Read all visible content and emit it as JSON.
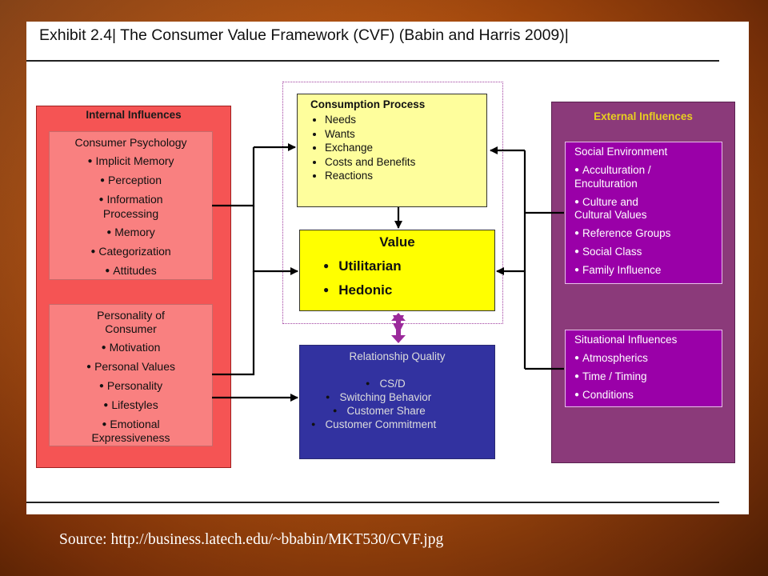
{
  "exhibit_title": "Exhibit 2.4| The Consumer Value Framework (CVF) (Babin and Harris 2009)|",
  "internal": {
    "title": "Internal Influences",
    "psychology": {
      "header": "Consumer Psychology",
      "items": [
        "Implicit Memory",
        "Perception",
        "Information Processing",
        "Memory",
        "Categorization",
        "Attitudes"
      ]
    },
    "personality": {
      "header": "Personality of Consumer",
      "items": [
        "Motivation",
        "Personal Values",
        "Personality",
        "Lifestyles",
        "Emotional Expressiveness"
      ]
    }
  },
  "consumption": {
    "title": "Consumption Process",
    "items": [
      "Needs",
      "Wants",
      "Exchange",
      "Costs and Benefits",
      "Reactions"
    ]
  },
  "value": {
    "title": "Value",
    "items": [
      "Utilitarian",
      "Hedonic"
    ]
  },
  "relationship": {
    "title": "Relationship Quality",
    "items": [
      "CS/D",
      "Switching Behavior",
      "Customer Share",
      "Customer Commitment"
    ]
  },
  "external": {
    "title": "External Influences",
    "social": {
      "header": "Social Environment",
      "items": [
        "Acculturation / Enculturation",
        "Culture and Cultural Values",
        "Reference Groups",
        "Social Class",
        "Family Influence"
      ]
    },
    "situational": {
      "header": "Situational Influences",
      "items": [
        "Atmospherics",
        "Time / Timing",
        "Conditions"
      ]
    }
  },
  "source": "Source: http://business.latech.edu/~bbabin/MKT530/CVF.jpg",
  "colors": {
    "internal": "#f55454",
    "internal_sub": "#f98080",
    "consumption": "#fefe9c",
    "value": "#ffff00",
    "relationship": "#3232a0",
    "external": "#8b3a7a",
    "external_sub": "#9a00a8",
    "external_title": "#e8d020",
    "double_arrow": "#9b2a9b"
  }
}
